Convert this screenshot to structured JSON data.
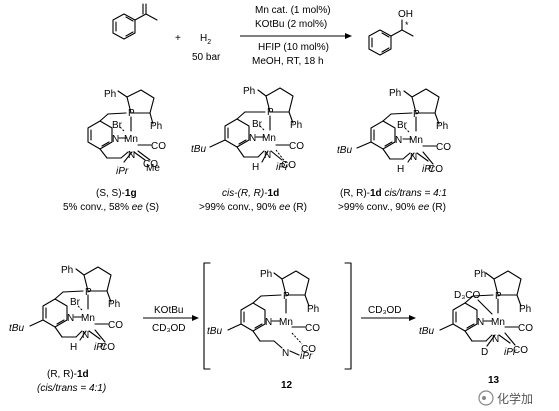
{
  "reaction": {
    "h2": "H",
    "h2_sub": "2",
    "pressure": "50 bar",
    "conditions_above": [
      "Mn cat. (1 mol%)",
      "KOtBu (2 mol%)"
    ],
    "conditions_below": [
      "HFIP (10 mol%)",
      "MeOH, RT, 18 h"
    ],
    "product_oh": "OH",
    "star": "*",
    "plus": "+"
  },
  "catalysts": {
    "c1g": {
      "name_pre": "(S, S)-",
      "name_bold": "1g",
      "result_a": "5% conv., 58% ",
      "result_ee": "ee",
      "result_b": " (S)"
    },
    "c1d_cis": {
      "name_pre": "cis-(R, R)-",
      "name_bold": "1d",
      "result_a": ">99% conv., 90% ",
      "result_ee": "ee",
      "result_b": " (R)"
    },
    "c1d_mix": {
      "name_pre": "(R, R)-",
      "name_bold": "1d",
      "name_post": " cis/trans = 4:1",
      "result_a": ">99% conv., 90% ",
      "result_ee": "ee",
      "result_b": " (R)"
    }
  },
  "labels": {
    "ph": "Ph",
    "p": "P",
    "mn": "Mn",
    "br": "Br",
    "co": "CO",
    "n": "N",
    "ipr": "iPr",
    "me": "Me",
    "h": "H",
    "tbu": "tBu",
    "d": "D",
    "d3co": "D₃CO"
  },
  "bottom": {
    "start_pre": "(R, R)-",
    "start_bold": "1d",
    "start_ratio": "(cis/trans = 4:1)",
    "arrow1_above": "KOtBu",
    "arrow1_below": "CD₃OD",
    "arrow2_above": "CD₃OD",
    "intermediate": "12",
    "product": "13"
  },
  "watermark": "化学加"
}
